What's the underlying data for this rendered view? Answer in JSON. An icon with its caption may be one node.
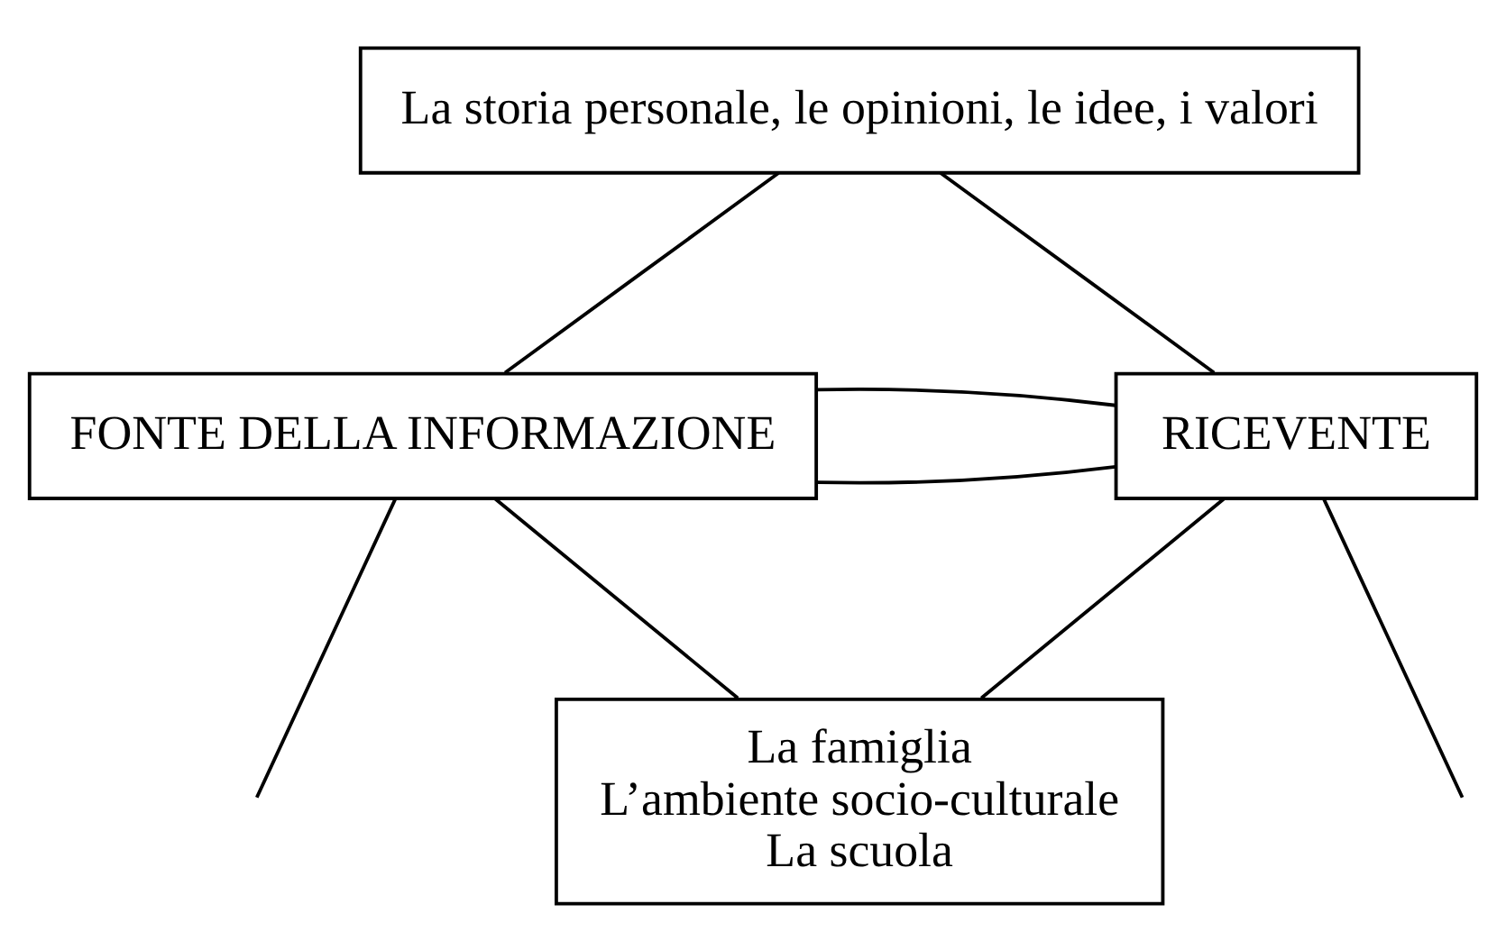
{
  "diagram": {
    "nodes": [
      {
        "text": [
          "La storia personale, le opinioni, le idee, i valori"
        ]
      },
      {
        "text": [
          "FONTE DELLA INFORMAZIONE"
        ]
      },
      {
        "text": [
          "RICEVENTE"
        ]
      },
      {
        "text": [
          "La famiglia",
          "L’ambiente socio-culturale",
          "La scuola"
        ]
      }
    ],
    "edges": [
      {
        "from": 1,
        "to": 0,
        "arrow": "none"
      },
      {
        "from": 0,
        "to": 2,
        "arrow": "none"
      },
      {
        "from": 1,
        "to": 2,
        "arrow": "none"
      },
      {
        "from": 1,
        "to": 2,
        "arrow": "none"
      },
      {
        "from": 1,
        "to": 3,
        "arrow": "none"
      },
      {
        "from": 3,
        "to": 2,
        "arrow": "none"
      },
      {
        "from": 1,
        "to": null,
        "arrow": "none"
      },
      {
        "from": 2,
        "to": null,
        "arrow": "none"
      }
    ]
  }
}
